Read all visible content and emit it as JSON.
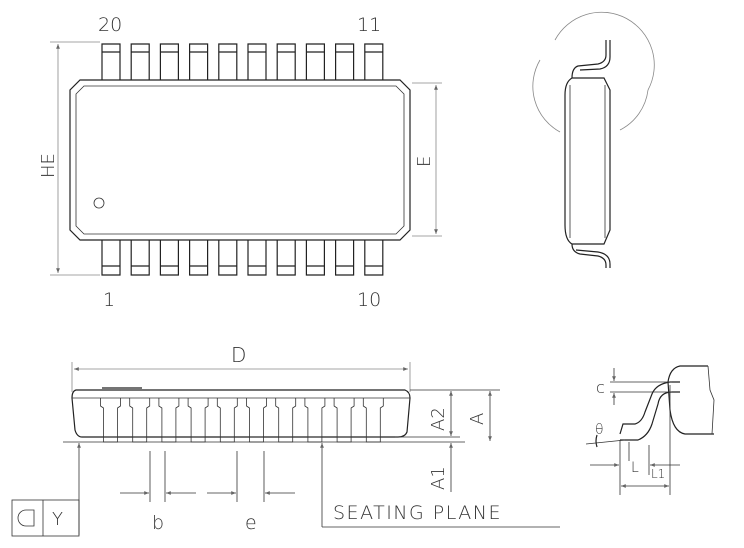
{
  "top_view": {
    "pin_label_20": "20",
    "pin_label_11": "11",
    "pin_label_1": "1",
    "pin_label_10": "10",
    "dim_he": "HE",
    "dim_e": "E"
  },
  "side_view": {
    "dim_d": "D",
    "dim_a2": "A2",
    "dim_a": "A",
    "dim_a1": "A1",
    "dim_b": "b",
    "dim_e": "e",
    "seating_plane": "SEATING PLANE",
    "datum_symbol": "D",
    "datum_letter": "Y"
  },
  "lead_detail": {
    "dim_c": "c",
    "dim_theta": "θ",
    "dim_l": "L",
    "dim_l1": "L1"
  },
  "pin_count_per_side": 10
}
